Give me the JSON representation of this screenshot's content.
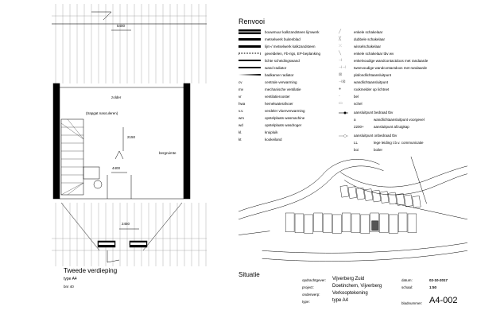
{
  "floorplan": {
    "title": "Tweede verdieping",
    "type": "type A4",
    "bnr": "bnr 40",
    "room": "zolder",
    "labels": {
      "dim_top": "5400",
      "dim_mid": "4400",
      "dim_bottom": "2450",
      "dim_height": "2150",
      "stair_note": "(trapgat nasculeren)",
      "room_side": "bergruimte"
    }
  },
  "legend": {
    "title": "Renvooi",
    "left": [
      {
        "symbol": "",
        "text": "bouwmuur kalkzandsteen lijmwerk"
      },
      {
        "symbol": "",
        "text": "metselwerk buitenblad"
      },
      {
        "symbol": "",
        "text": "lijm-/ metselwerk kalkzandsteen"
      },
      {
        "symbol": "",
        "text": "geveldelen, Fb-rigs, EP-beplanking"
      },
      {
        "symbol": "",
        "text": "lichte scheidingswand"
      },
      {
        "symbol": "",
        "text": "wand radiator"
      },
      {
        "symbol": "",
        "text": "badkamer radiator"
      },
      {
        "symbol": "cv",
        "text": "centrale verwarming"
      },
      {
        "symbol": "mv",
        "text": "mechanische ventilatie"
      },
      {
        "symbol": "vr",
        "text": "ventilatierooster"
      },
      {
        "symbol": "hwa",
        "text": "hemelwaterafvoer"
      },
      {
        "symbol": "v.v.",
        "text": "verdeler vloerverwarming"
      },
      {
        "symbol": "wm",
        "text": "opstelplaats wasmachine"
      },
      {
        "symbol": "wd",
        "text": "opstelplaats wasdroger"
      },
      {
        "symbol": "kl.",
        "text": "kruipluik"
      },
      {
        "symbol": "kt",
        "text": "kookeiland"
      }
    ],
    "right": [
      {
        "text": "enkele schakelaar"
      },
      {
        "text": "dubbele schakelaar"
      },
      {
        "text": "wisselschakelaar"
      },
      {
        "text": "enkele schakelaar tbv wv"
      },
      {
        "text": "enkelvoudige wandcontactdoos met randaarde"
      },
      {
        "text": "tweevoudige wandcontactdoos met randaarde"
      },
      {
        "text": "plafondlichtaansluitpunt"
      },
      {
        "text": "wandlichtaansluitpunt"
      },
      {
        "text": "rookmelder op lichtnet"
      },
      {
        "text": "bel"
      },
      {
        "text": "schel"
      }
    ],
    "bedraad": {
      "title": "aansluitpunt bedraad tbv",
      "items": [
        {
          "code": "a",
          "text": "wandlichtaansluitpunt voorgevel"
        },
        {
          "code": "2200+",
          "text": "aansluitpunt afzuigkap"
        }
      ]
    },
    "onbedraad": {
      "title": "aansluitpunt onbedraad tbv",
      "items": [
        {
          "code": "LL",
          "text": "lege leiding t.b.v. communicatie"
        },
        {
          "code": "boi",
          "text": "boiler"
        }
      ]
    }
  },
  "situatie": {
    "title": "Situatie"
  },
  "titleblock": {
    "opdrachtgever_label": "opdrachtgever:",
    "opdrachtgever": "Vijverberg Zuid",
    "project_label": "project:",
    "project": "Doetinchem, Vijverberg",
    "onderwerp_label": "onderwerp:",
    "onderwerp": "Verkooptekening",
    "type_label": "type:",
    "type": "type A4",
    "datum_label": "datum:",
    "datum": "02-10-2017",
    "schaal_label": "schaal:",
    "schaal": "1:50",
    "bladnummer_label": "bladnummer:",
    "bladnummer": "A4-002"
  }
}
